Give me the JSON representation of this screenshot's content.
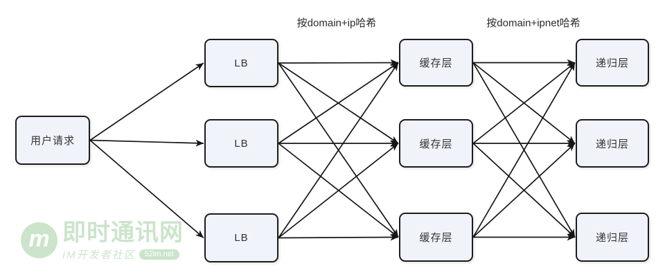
{
  "flow_labels": {
    "lb_to_cache": "按domain+ip哈希",
    "cache_to_recursive": "按domain+ipnet哈希"
  },
  "nodes": {
    "user": {
      "label": "用户请求"
    },
    "lb1": {
      "label": "LB"
    },
    "lb2": {
      "label": "LB"
    },
    "lb3": {
      "label": "LB"
    },
    "cache1": {
      "label": "缓存层"
    },
    "cache2": {
      "label": "缓存层"
    },
    "cache3": {
      "label": "缓存层"
    },
    "rec1": {
      "label": "递归层"
    },
    "rec2": {
      "label": "递归层"
    },
    "rec3": {
      "label": "递归层"
    }
  },
  "edges": [
    {
      "from": "user",
      "to": "lb1"
    },
    {
      "from": "user",
      "to": "lb2"
    },
    {
      "from": "user",
      "to": "lb3"
    },
    {
      "from": "lb1",
      "to": "cache1"
    },
    {
      "from": "lb1",
      "to": "cache2"
    },
    {
      "from": "lb1",
      "to": "cache3"
    },
    {
      "from": "lb2",
      "to": "cache1"
    },
    {
      "from": "lb2",
      "to": "cache2"
    },
    {
      "from": "lb2",
      "to": "cache3"
    },
    {
      "from": "lb3",
      "to": "cache1"
    },
    {
      "from": "lb3",
      "to": "cache2"
    },
    {
      "from": "lb3",
      "to": "cache3"
    },
    {
      "from": "cache1",
      "to": "rec1"
    },
    {
      "from": "cache1",
      "to": "rec2"
    },
    {
      "from": "cache1",
      "to": "rec3"
    },
    {
      "from": "cache2",
      "to": "rec1"
    },
    {
      "from": "cache2",
      "to": "rec2"
    },
    {
      "from": "cache2",
      "to": "rec3"
    },
    {
      "from": "cache3",
      "to": "rec1"
    },
    {
      "from": "cache3",
      "to": "rec2"
    },
    {
      "from": "cache3",
      "to": "rec3"
    }
  ],
  "watermark": {
    "logo_letter": "m",
    "title": "即时通讯网",
    "subtitle": "IM开发者社区",
    "badge": "52im.net"
  },
  "colors": {
    "node_fill": "#f0f3fa",
    "node_border": "#1c1c1c",
    "edge": "#161616",
    "watermark_green": "#55a755"
  }
}
